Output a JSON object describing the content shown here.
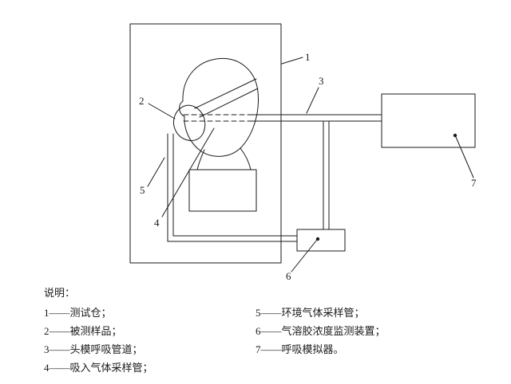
{
  "figure": {
    "callout_labels": [
      "1",
      "2",
      "3",
      "4",
      "5",
      "6",
      "7"
    ]
  },
  "legend": {
    "title": "说明：",
    "columns": [
      {
        "items": [
          "1——测试仓；",
          "2——被测样品；",
          "3——头模呼吸管道；",
          "4——吸入气体采样管；"
        ]
      },
      {
        "items": [
          "5——环境气体采样管；",
          "6——气溶胶浓度监测装置；",
          "7——呼吸模拟器。"
        ]
      }
    ]
  },
  "colors": {
    "line": "#1a1a1a",
    "background": "#ffffff"
  }
}
